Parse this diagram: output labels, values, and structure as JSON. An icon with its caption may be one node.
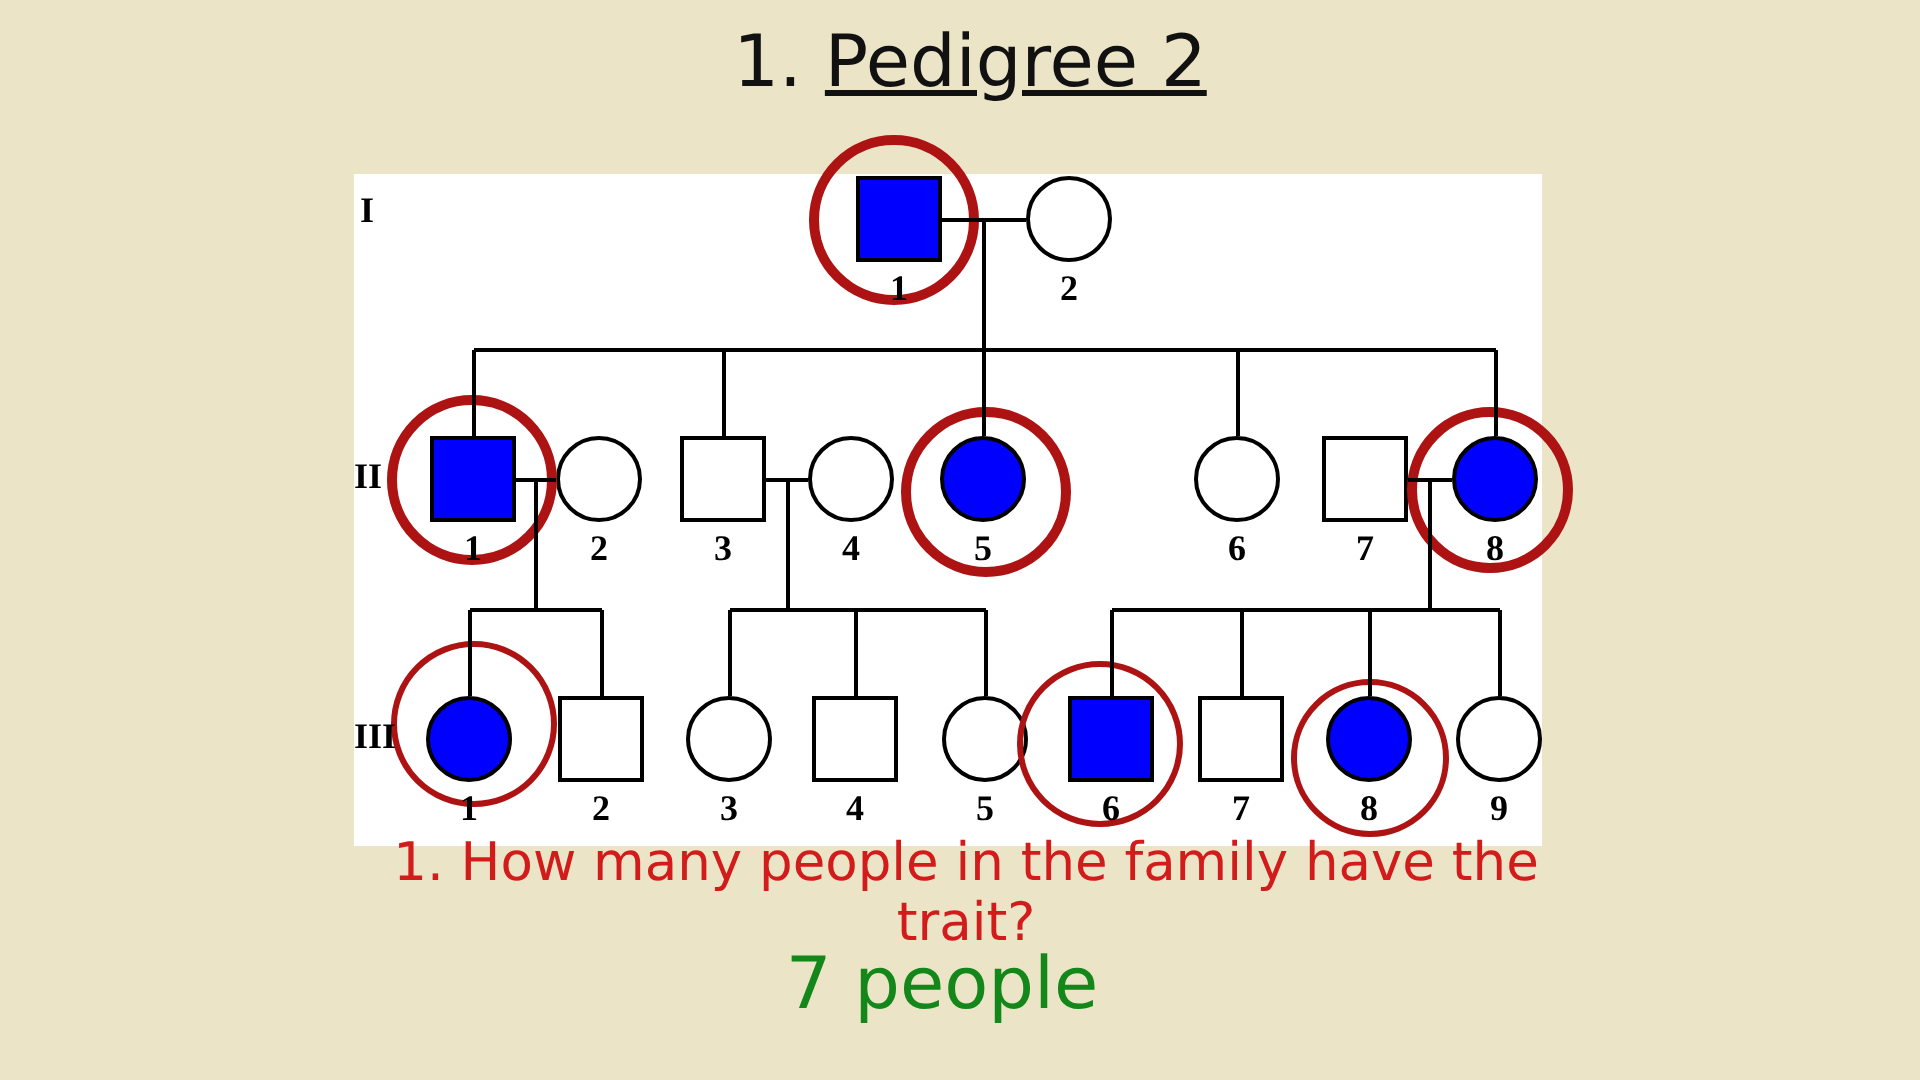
{
  "diagram": {
    "title": "1. Pedigree 2",
    "nodes": [
      {
        "text": [],
        "shape": "box",
        "beside": [
          "1"
        ]
      },
      {
        "text": [],
        "shape": "circle",
        "beside": [
          "2"
        ]
      },
      {
        "text": [],
        "shape": "box",
        "beside": [
          "1"
        ]
      },
      {
        "text": [],
        "shape": "circle",
        "beside": [
          "2"
        ]
      },
      {
        "text": [],
        "shape": "box",
        "beside": [
          "3"
        ]
      },
      {
        "text": [],
        "shape": "circle",
        "beside": [
          "4"
        ]
      },
      {
        "text": [],
        "shape": "circle",
        "beside": [
          "5"
        ]
      },
      {
        "text": [],
        "shape": "circle",
        "beside": [
          "6"
        ]
      },
      {
        "text": [],
        "shape": "box",
        "beside": [
          "7"
        ]
      },
      {
        "text": [],
        "shape": "circle",
        "beside": [
          "8"
        ]
      },
      {
        "text": [],
        "shape": "circle",
        "beside": [
          "1"
        ]
      },
      {
        "text": [],
        "shape": "box",
        "beside": [
          "2"
        ]
      },
      {
        "text": [],
        "shape": "circle",
        "beside": [
          "3"
        ]
      },
      {
        "text": [],
        "shape": "box",
        "beside": [
          "4"
        ]
      },
      {
        "text": [],
        "shape": "circle",
        "beside": [
          "5"
        ]
      },
      {
        "text": [],
        "shape": "box",
        "beside": [
          "6"
        ]
      },
      {
        "text": [],
        "shape": "box",
        "beside": [
          "7"
        ]
      },
      {
        "text": [],
        "shape": "circle",
        "beside": [
          "8"
        ]
      },
      {
        "text": [],
        "shape": "circle",
        "beside": [
          "9"
        ]
      }
    ],
    "edges": [
      {
        "from": 0,
        "to": 1,
        "arrow": "none"
      },
      {
        "from": 0,
        "to": 2,
        "arrow": "none"
      },
      {
        "from": 0,
        "to": 4,
        "arrow": "none"
      },
      {
        "from": 0,
        "to": 6,
        "arrow": "none"
      },
      {
        "from": 0,
        "to": 7,
        "arrow": "none"
      },
      {
        "from": 0,
        "to": 9,
        "arrow": "none"
      },
      {
        "from": 1,
        "to": 2,
        "arrow": "none"
      },
      {
        "from": 1,
        "to": 4,
        "arrow": "none"
      },
      {
        "from": 1,
        "to": 6,
        "arrow": "none"
      },
      {
        "from": 1,
        "to": 7,
        "arrow": "none"
      },
      {
        "from": 1,
        "to": 9,
        "arrow": "none"
      },
      {
        "from": 2,
        "to": 3,
        "arrow": "none"
      },
      {
        "from": 2,
        "to": 10,
        "arrow": "none"
      },
      {
        "from": 2,
        "to": 11,
        "arrow": "none"
      },
      {
        "from": 3,
        "to": 10,
        "arrow": "none"
      },
      {
        "from": 3,
        "to": 11,
        "arrow": "none"
      },
      {
        "from": 4,
        "to": 5,
        "arrow": "none"
      },
      {
        "from": 4,
        "to": 12,
        "arrow": "none"
      },
      {
        "from": 4,
        "to": 13,
        "arrow": "none"
      },
      {
        "from": 4,
        "to": 14,
        "arrow": "none"
      },
      {
        "from": 5,
        "to": 12,
        "arrow": "none"
      },
      {
        "from": 5,
        "to": 13,
        "arrow": "none"
      },
      {
        "from": 5,
        "to": 14,
        "arrow": "none"
      },
      {
        "from": 8,
        "to": 9,
        "arrow": "none"
      },
      {
        "from": 8,
        "to": 15,
        "arrow": "none"
      },
      {
        "from": 8,
        "to": 16,
        "arrow": "none"
      },
      {
        "from": 8,
        "to": 17,
        "arrow": "none"
      },
      {
        "from": 8,
        "to": 18,
        "arrow": "none"
      },
      {
        "from": 9,
        "to": 15,
        "arrow": "none"
      },
      {
        "from": 9,
        "to": 16,
        "arrow": "none"
      },
      {
        "from": 9,
        "to": 17,
        "arrow": "none"
      },
      {
        "from": 9,
        "to": 18,
        "arrow": "none"
      }
    ],
    "labels": [
      "I",
      "II",
      "III",
      "1. How many people in the family have the trait?",
      "7 people"
    ]
  }
}
